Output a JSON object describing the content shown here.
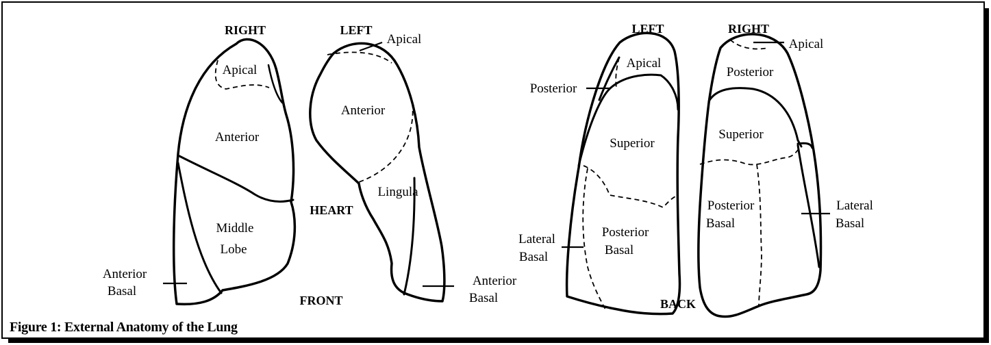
{
  "caption": "Figure 1: External Anatomy of the Lung",
  "front": {
    "view_label": "FRONT",
    "heart_label": "HEART",
    "right_lung": {
      "header": "RIGHT",
      "apical": "Apical",
      "anterior": "Anterior",
      "middle_lobe_line1": "Middle",
      "middle_lobe_line2": "Lobe",
      "anterior_basal_line1": "Anterior",
      "anterior_basal_line2": "Basal"
    },
    "left_lung": {
      "header": "LEFT",
      "apical": "Apical",
      "anterior": "Anterior",
      "lingula": "Lingula",
      "anterior_basal_line1": "Anterior",
      "anterior_basal_line2": "Basal"
    }
  },
  "back": {
    "view_label": "BACK",
    "left_lung": {
      "header": "LEFT",
      "apical": "Apical",
      "posterior": "Posterior",
      "superior": "Superior",
      "posterior_basal_line1": "Posterior",
      "posterior_basal_line2": "Basal",
      "lateral_basal_line1": "Lateral",
      "lateral_basal_line2": "Basal"
    },
    "right_lung": {
      "header": "RIGHT",
      "apical": "Apical",
      "posterior": "Posterior",
      "superior": "Superior",
      "posterior_basal_line1": "Posterior",
      "posterior_basal_line2": "Basal",
      "lateral_basal_line1": "Lateral",
      "lateral_basal_line2": "Basal"
    }
  }
}
